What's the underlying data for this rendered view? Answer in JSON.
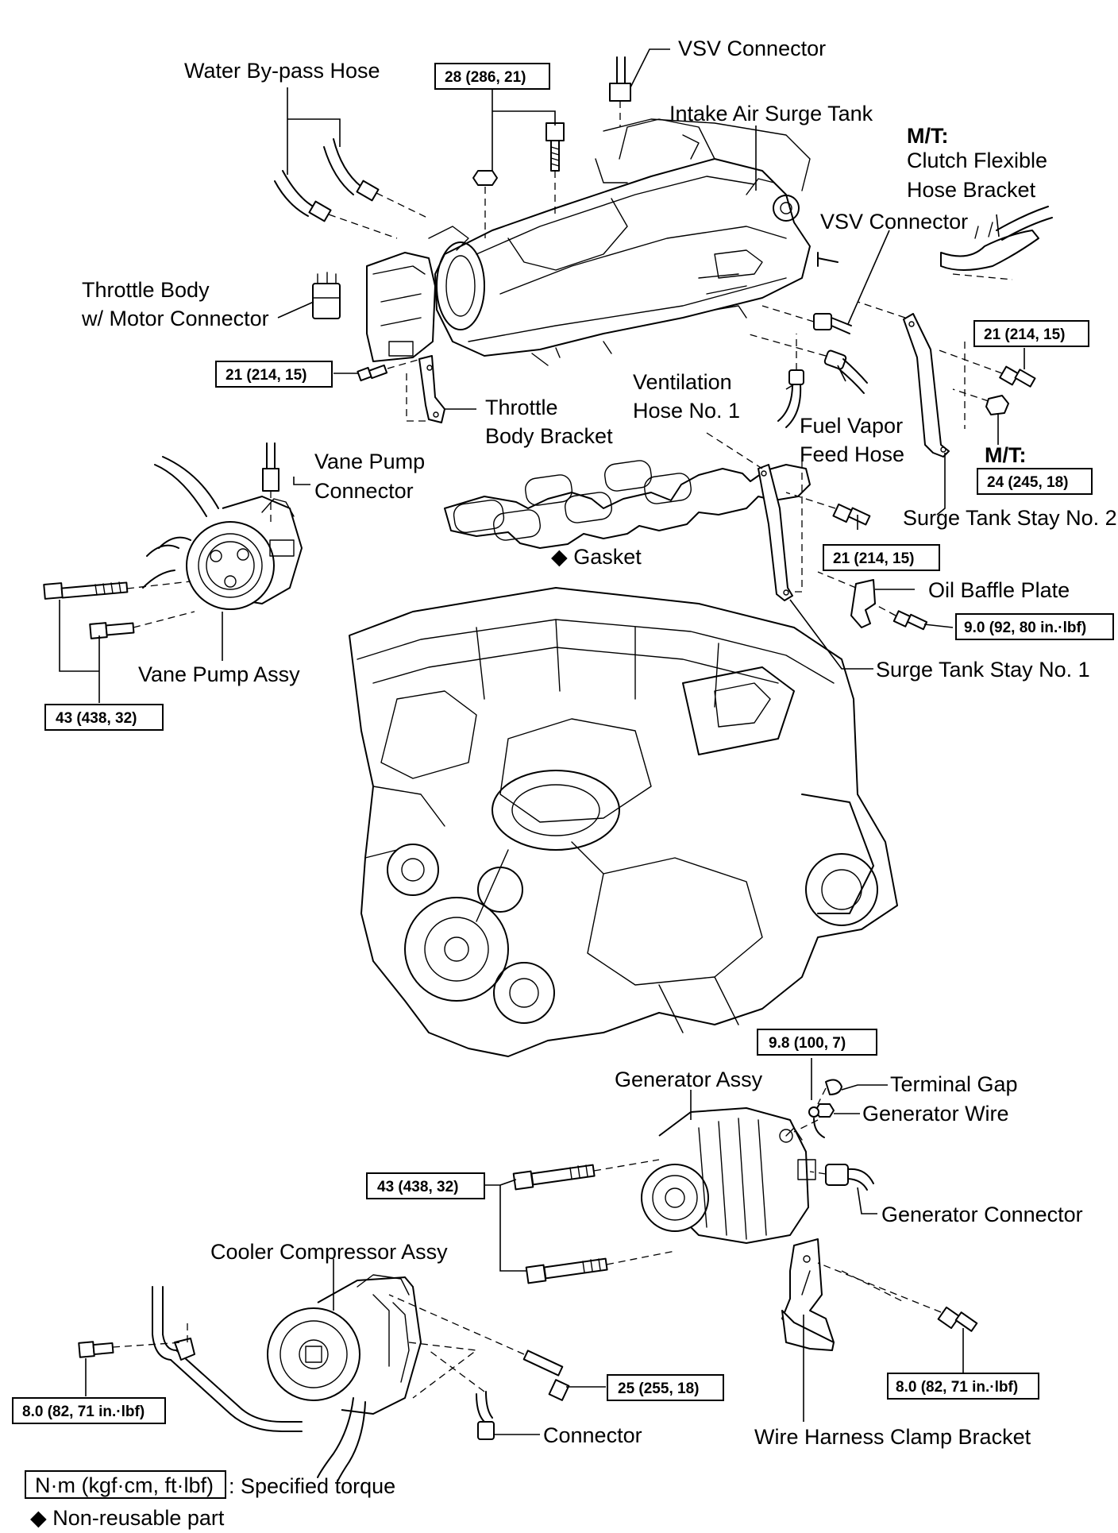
{
  "labels": {
    "vsv_connector_top": "VSV Connector",
    "water_bypass_hose": "Water  By-pass Hose",
    "intake_air_surge_tank": "Intake Air Surge Tank",
    "mt_1": "M/T:",
    "clutch_flexible_1": "Clutch Flexible",
    "clutch_flexible_2": "Hose Bracket",
    "vsv_connector_right": "VSV Connector",
    "throttle_body_connector_1": "Throttle Body",
    "throttle_body_connector_2": "w/ Motor Connector",
    "ventilation_hose_1": "Ventilation",
    "ventilation_hose_2": "Hose No. 1",
    "throttle_bracket_1": "Throttle",
    "throttle_bracket_2": "Body Bracket",
    "fuel_vapor_1": "Fuel Vapor",
    "fuel_vapor_2": "Feed Hose",
    "mt_2": "M/T:",
    "vane_pump_connector_1": "Vane Pump",
    "vane_pump_connector_2": "Connector",
    "surge_tank_stay_2": "Surge Tank Stay No. 2",
    "gasket": "◆ Gasket",
    "oil_baffle_plate": "Oil Baffle Plate",
    "vane_pump_assy": "Vane Pump Assy",
    "surge_tank_stay_1": "Surge Tank Stay No. 1",
    "generator_assy": "Generator Assy",
    "terminal_gap": "Terminal Gap",
    "generator_wire": "Generator Wire",
    "generator_connector": "Generator Connector",
    "cooler_compressor_assy": "Cooler Compressor Assy",
    "connector": "Connector",
    "wire_harness_clamp_bracket": "Wire Harness Clamp Bracket"
  },
  "torque": {
    "t_286": "28 (286, 21)",
    "t_214_a": "21 (214, 15)",
    "t_214_b": "21 (214, 15)",
    "t_214_c": "21 (214, 15)",
    "t_245": "24 (245, 18)",
    "t_92": "9.0 (92, 80 in.·lbf)",
    "t_438_a": "43 (438, 32)",
    "t_100": "9.8 (100, 7)",
    "t_438_b": "43 (438, 32)",
    "t_255": "25 (255, 18)",
    "t_82_a": "8.0 (82, 71 in.·lbf)",
    "t_82_b": "8.0 (82, 71 in.·lbf)"
  },
  "legend": {
    "unit_box": "N·m (kgf·cm, ft·lbf)",
    "specified_torque": ": Specified torque",
    "non_reusable": "◆ Non-reusable part"
  }
}
